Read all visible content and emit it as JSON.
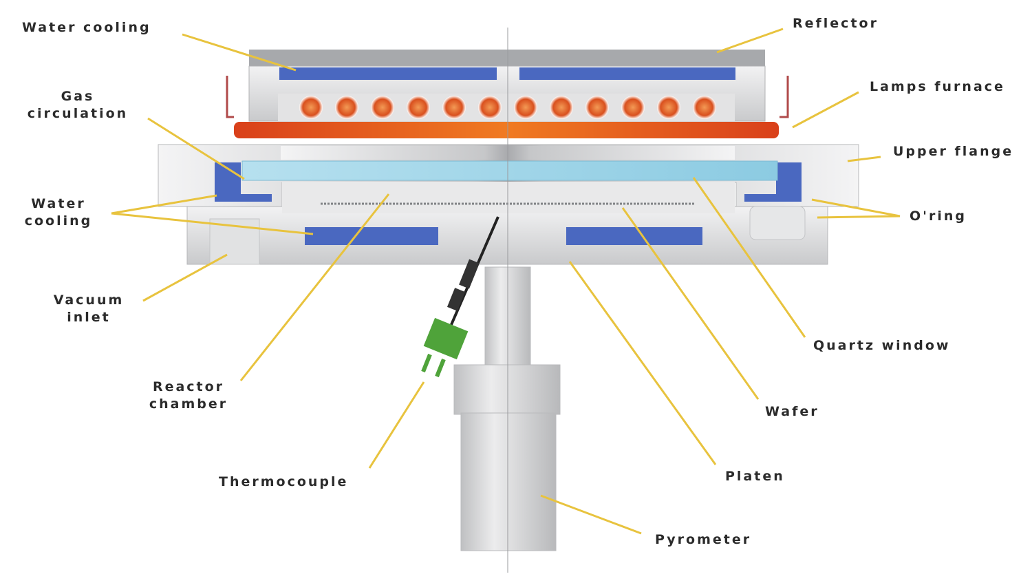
{
  "labels": {
    "water_cooling_top": "Water cooling",
    "reflector": "Reflector",
    "gas_circulation": [
      "Gas",
      "circulation"
    ],
    "lamps_furnace": "Lamps furnace",
    "upper_flange": "Upper flange",
    "water_cooling_side": [
      "Water",
      "cooling"
    ],
    "o_ring": "O'ring",
    "vacuum_inlet": [
      "Vacuum",
      "inlet"
    ],
    "quartz_window": "Quartz window",
    "reactor_chamber": [
      "Reactor",
      "chamber"
    ],
    "wafer": "Wafer",
    "thermocouple": "Thermocouple",
    "platen": "Platen",
    "pyrometer": "Pyrometer"
  },
  "colors": {
    "leader_line": "#e8c33e",
    "water_cooling": "#4a68c0",
    "quartz_window": "#9fd3e8",
    "lamp_heater": "#e0561f",
    "thermocouple": "#4fa33a",
    "metal": "#d9dadc"
  }
}
